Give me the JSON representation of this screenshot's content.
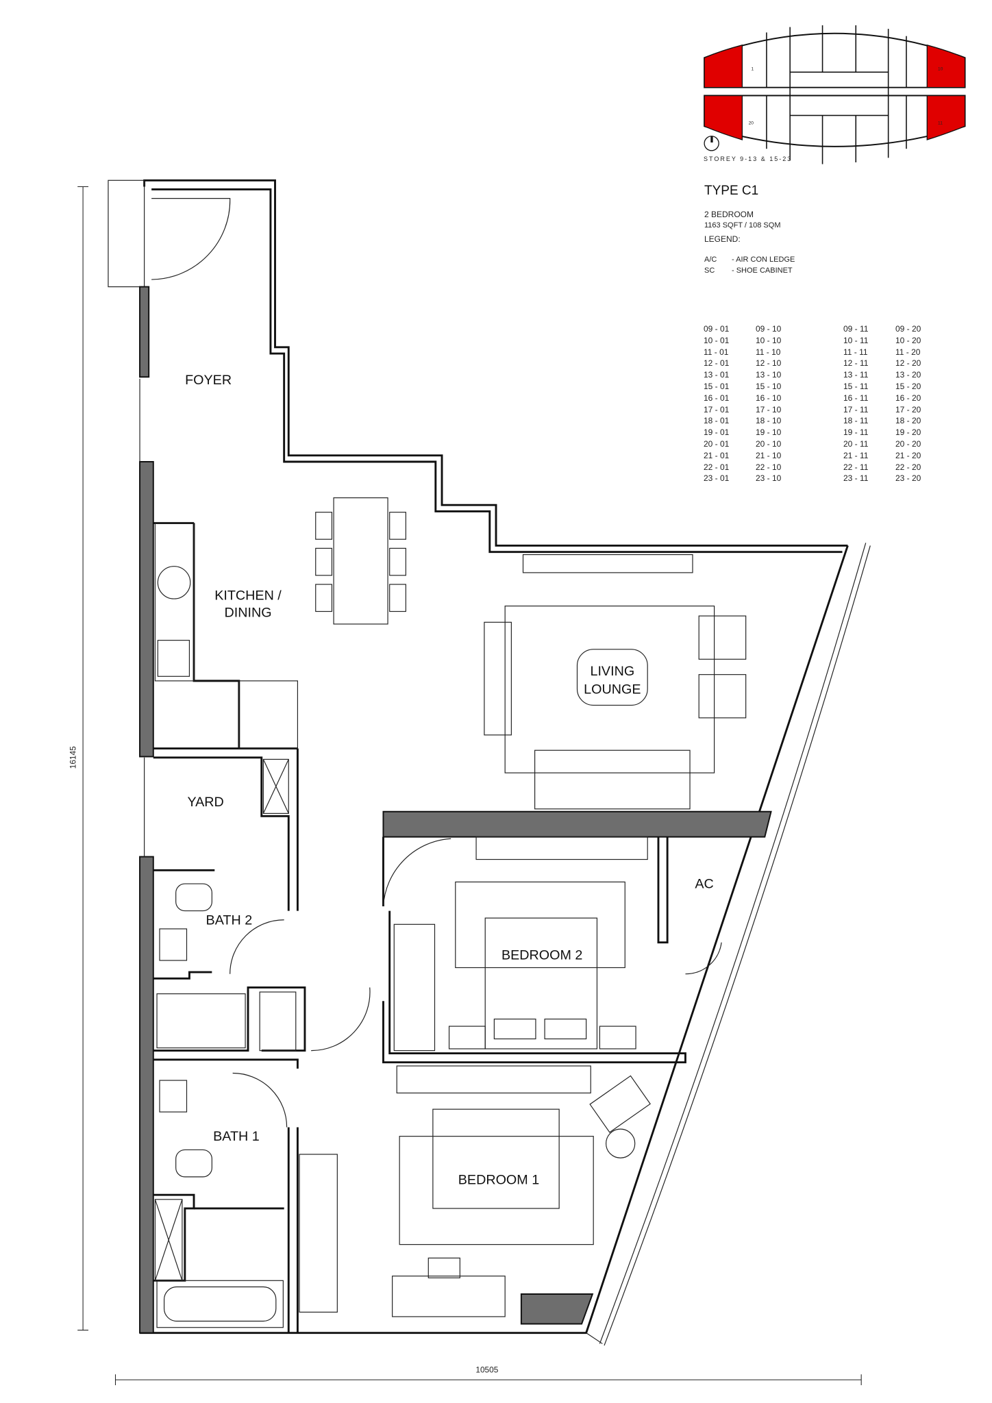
{
  "keyplan": {
    "unit_numbers": [
      "1",
      "10",
      "20",
      "11"
    ],
    "highlight_color": "#e00000",
    "storey": "STOREY 9-13 & 15-23"
  },
  "type": {
    "title": "TYPE C1",
    "bedrooms": "2 BEDROOM",
    "area": "1163 SQFT / 108 SQM",
    "legend_heading": "LEGEND:",
    "legend": [
      {
        "code": "A/C",
        "desc": "- AIR CON LEDGE"
      },
      {
        "code": "SC",
        "desc": "- SHOE CABINET"
      }
    ]
  },
  "units": [
    [
      "09 - 01",
      "09 - 10",
      "09 - 11",
      "09 - 20"
    ],
    [
      "10 - 01",
      "10 - 10",
      "10 - 11",
      "10 - 20"
    ],
    [
      "11 - 01",
      "11 - 10",
      "11 - 11",
      "11 - 20"
    ],
    [
      "12 - 01",
      "12 - 10",
      "12 - 11",
      "12 - 20"
    ],
    [
      "13 - 01",
      "13 - 10",
      "13 - 11",
      "13 - 20"
    ],
    [
      "15 - 01",
      "15 - 10",
      "15 - 11",
      "15 - 20"
    ],
    [
      "16 - 01",
      "16 - 10",
      "16 - 11",
      "16 - 20"
    ],
    [
      "17 - 01",
      "17 - 10",
      "17 - 11",
      "17 - 20"
    ],
    [
      "18 - 01",
      "18 - 10",
      "18 - 11",
      "18 - 20"
    ],
    [
      "19 - 01",
      "19 - 10",
      "19 - 11",
      "19 - 20"
    ],
    [
      "20 - 01",
      "20 - 10",
      "20 - 11",
      "20 - 20"
    ],
    [
      "21 - 01",
      "21 - 10",
      "21 - 11",
      "21 - 20"
    ],
    [
      "22 - 01",
      "22 - 10",
      "22 - 11",
      "22 - 20"
    ],
    [
      "23 - 01",
      "23 - 10",
      "23 - 11",
      "23 - 20"
    ]
  ],
  "rooms": {
    "foyer": "FOYER",
    "kitchen1": "KITCHEN /",
    "kitchen2": "DINING",
    "living1": "LIVING",
    "living2": "LOUNGE",
    "yard": "YARD",
    "bath2": "BATH 2",
    "bedroom2": "BEDROOM 2",
    "ac": "AC",
    "bath1": "BATH 1",
    "bedroom1": "BEDROOM 1"
  },
  "dimensions": {
    "height": "16145",
    "width": "10505"
  }
}
